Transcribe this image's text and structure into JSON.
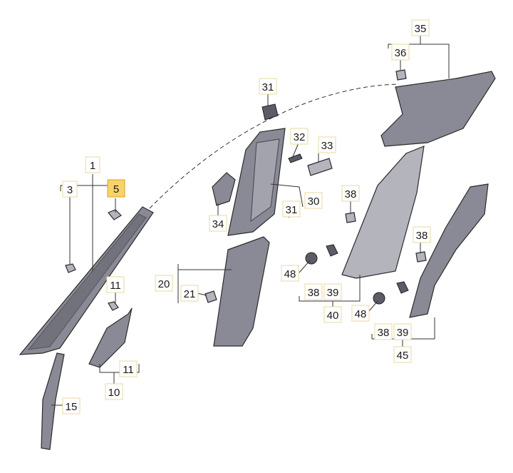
{
  "callouts": {
    "c1": "1",
    "c3": "3",
    "c5": "5",
    "c10": "10",
    "c11a": "11",
    "c11b": "11",
    "c15": "15",
    "c20": "20",
    "c21": "21",
    "c30": "30",
    "c31a": "31",
    "c31b": "31",
    "c32": "32",
    "c33": "33",
    "c34": "34",
    "c35": "35",
    "c36": "36",
    "c38a": "38",
    "c38b": "38",
    "c38c": "38",
    "c38d": "38",
    "c39a": "39",
    "c39b": "39",
    "c40": "40",
    "c45": "45",
    "c48a": "48",
    "c48b": "48"
  },
  "highlight_color": "#f6d36b"
}
